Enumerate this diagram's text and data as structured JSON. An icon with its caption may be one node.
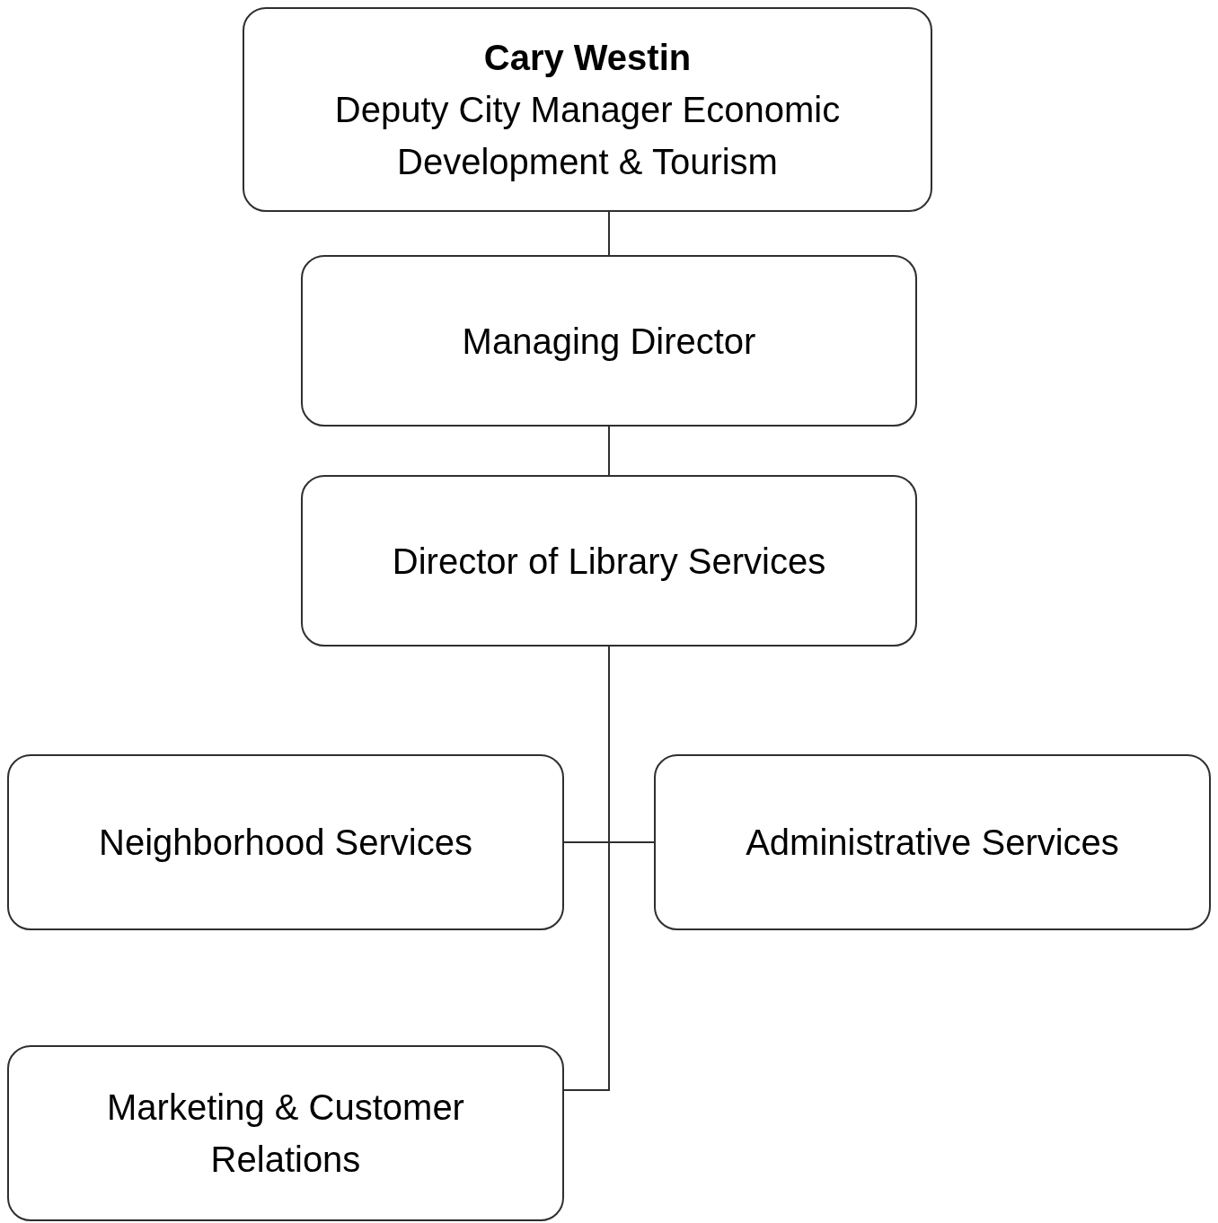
{
  "diagram": {
    "nodes": [
      {
        "text": [
          "Cary Westin",
          "Deputy City Manager Economic Development & Tourism"
        ]
      },
      {
        "text": [
          "Managing Director"
        ]
      },
      {
        "text": [
          "Director of Library Services"
        ]
      },
      {
        "text": [
          "Neighborhood Services"
        ]
      },
      {
        "text": [
          "Administrative Services"
        ]
      },
      {
        "text": [
          "Marketing & Customer Relations"
        ]
      }
    ],
    "edges": [
      {
        "from": 0,
        "to": 1,
        "arrow": "none"
      },
      {
        "from": 1,
        "to": 2,
        "arrow": "none"
      },
      {
        "from": 2,
        "to": 3,
        "arrow": "none"
      },
      {
        "from": 2,
        "to": 4,
        "arrow": "none"
      },
      {
        "from": 2,
        "to": 5,
        "arrow": "none"
      }
    ]
  }
}
